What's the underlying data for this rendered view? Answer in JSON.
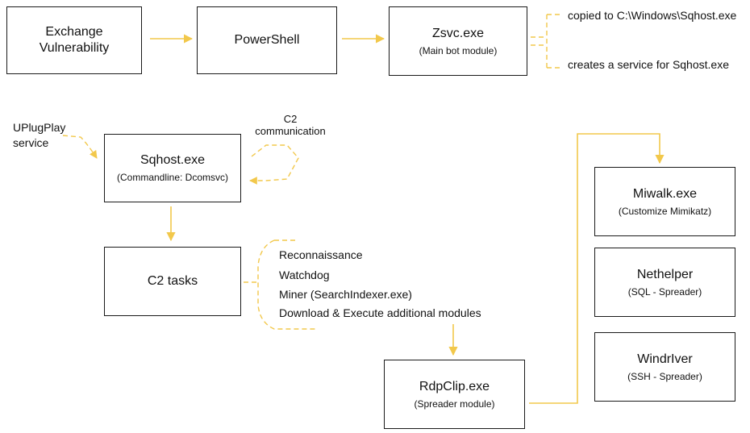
{
  "colors": {
    "accent": "#F2C84B",
    "border": "#1a1a1a",
    "text": "#111111"
  },
  "nodes": {
    "exchange": {
      "title_line1": "Exchange",
      "title_line2": "Vulnerability"
    },
    "powershell": {
      "title": "PowerShell"
    },
    "zsvc": {
      "title": "Zsvc.exe",
      "sub": "(Main bot module)"
    },
    "sqhost": {
      "title": "Sqhost.exe",
      "sub": "(Commandline: Dcomsvc)"
    },
    "c2tasks": {
      "title": "C2 tasks"
    },
    "rdpclip": {
      "title": "RdpClip.exe",
      "sub": "(Spreader module)"
    },
    "miwalk": {
      "title": "Miwalk.exe",
      "sub": "(Customize Mimikatz)"
    },
    "nethelper": {
      "title": "Nethelper",
      "sub": "(SQL - Spreader)"
    },
    "windriver": {
      "title": "WindrIver",
      "sub": "(SSH - Spreader)"
    }
  },
  "annotations": {
    "copied": "copied to C:\\Windows\\Sqhost.exe",
    "creates": "creates a service for Sqhost.exe",
    "uplugplay_line1": "UPlugPlay",
    "uplugplay_line2": "service",
    "c2comm_line1": "C2",
    "c2comm_line2": "communication"
  },
  "tasks": [
    "Reconnaissance",
    "Watchdog",
    "Miner (SearchIndexer.exe)",
    "Download & Execute additional modules"
  ]
}
